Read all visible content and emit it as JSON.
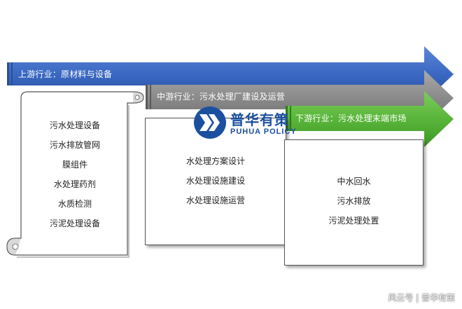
{
  "colors": {
    "upstream_arrow": "#3a68c2",
    "midstream_arrow": "#8a8a8a",
    "downstream_arrow": "#59b53a",
    "logo_blue": "#1b4fa0"
  },
  "upstream": {
    "label": "上游行业：原材料与设备",
    "items": [
      "污水处理设备",
      "污水排放管网",
      "膜组件",
      "水处理药剂",
      "水质检测",
      "污泥处理设备"
    ]
  },
  "midstream": {
    "label": "中游行业：污水处理厂建设及运营",
    "items": [
      "水处理方案设计",
      "水处理设施建设",
      "水处理设施运营"
    ]
  },
  "downstream": {
    "label": "下游行业：污水处理末端市场",
    "items": [
      "中水回水",
      "污水排放",
      "污泥处理处置"
    ]
  },
  "logo": {
    "name_cn": "普华有策",
    "name_en": "PUHUA POLICY",
    "icon": "puhua-chevron-logo-icon"
  },
  "watermark": "风云号 | 普华有策"
}
